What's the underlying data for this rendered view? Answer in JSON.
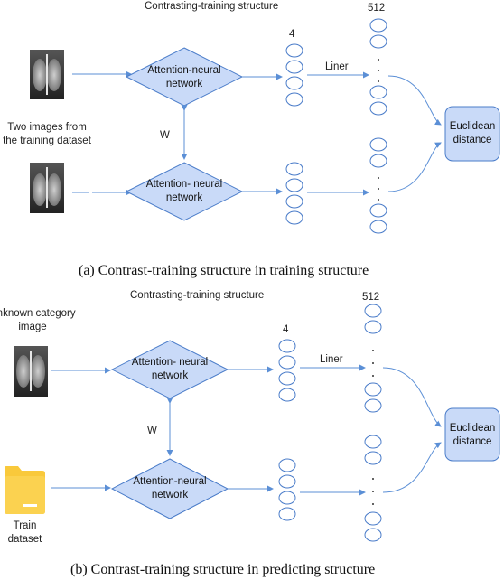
{
  "colors": {
    "line": "#5b8fd6",
    "fill": "#c9daf8",
    "fill_dark": "#8eb0e8",
    "stroke": "#4a7cc9",
    "folder": "#f9c93b"
  },
  "panel_a": {
    "title": "Contrasting-training structure",
    "dim_top": "512",
    "dim_small": "4",
    "input_label": "Two images from the training dataset",
    "net_top": "Attention-neural network",
    "net_bottom": "Attention- neural network",
    "weight": "W",
    "linear": "Liner",
    "output": "Euclidean distance",
    "caption": "(a) Contrast-training structure in training structure"
  },
  "panel_b": {
    "title": "Contrasting-training structure",
    "dim_top": "512",
    "dim_small": "4",
    "input_top_label": "Unknown category image",
    "input_bottom_label": "Train dataset",
    "net_top": "Attention- neural network",
    "net_bottom": "Attention-neural network",
    "weight": "W",
    "linear": "Liner",
    "output": "Euclidean distance",
    "caption": "(b) Contrast-training structure in predicting structure"
  },
  "icons": {
    "xray": "chest-xray-image",
    "folder": "folder-icon"
  }
}
